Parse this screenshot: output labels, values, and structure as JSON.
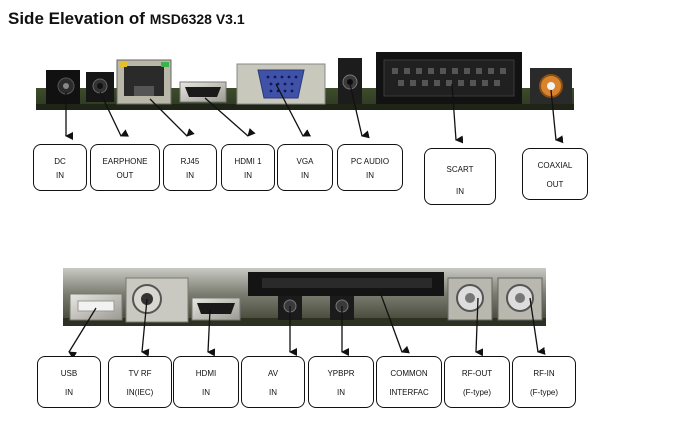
{
  "title": {
    "main": "Side Elevation of ",
    "model": "MSD6328 V3.1"
  },
  "top_row": [
    {
      "id": "dc",
      "line1": "DC",
      "line2": "IN"
    },
    {
      "id": "earphone",
      "line1": "EARPHONE",
      "line2": "OUT"
    },
    {
      "id": "rj45",
      "line1": "RJ45",
      "line2": "IN"
    },
    {
      "id": "hdmi1",
      "line1": "HDMI 1",
      "line2": "IN"
    },
    {
      "id": "vga",
      "line1": "VGA",
      "line2": "IN"
    },
    {
      "id": "pcaudio",
      "line1": "PC AUDIO",
      "line2": "IN"
    },
    {
      "id": "scart",
      "line1": "SCART",
      "line2": "IN"
    },
    {
      "id": "coaxial",
      "line1": "COAXIAL",
      "line2": "OUT"
    }
  ],
  "bottom_row": [
    {
      "id": "usb",
      "line1": "USB",
      "line2": "IN"
    },
    {
      "id": "tvrf",
      "line1": "TV RF",
      "line2": "IN(IEC)"
    },
    {
      "id": "hdmi",
      "line1": "HDMI",
      "line2": "IN"
    },
    {
      "id": "av",
      "line1": "AV",
      "line2": "IN"
    },
    {
      "id": "ypbpr",
      "line1": "YPBPR",
      "line2": "IN"
    },
    {
      "id": "common",
      "line1": "COMMON",
      "line2": "INTERFAC"
    },
    {
      "id": "rfout",
      "line1": "RF-OUT",
      "line2": "(F-type)"
    },
    {
      "id": "rfin",
      "line1": "RF-IN",
      "line2": "(F-type)"
    }
  ]
}
